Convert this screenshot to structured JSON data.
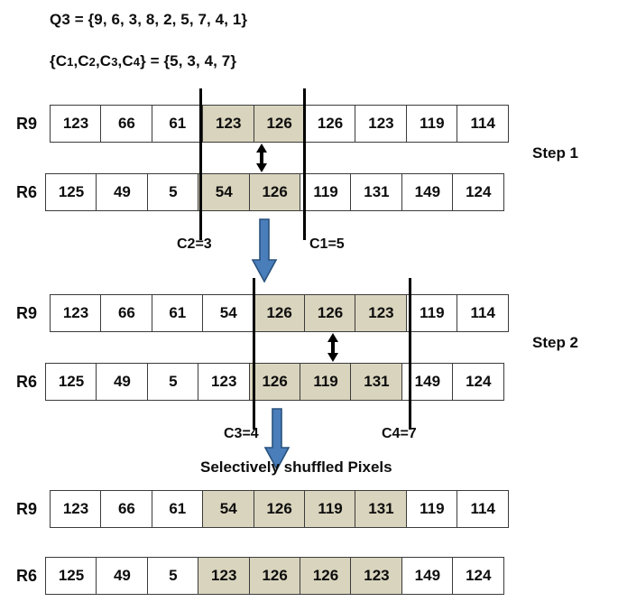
{
  "title_lines": {
    "q3": "Q3 = {9, 6, 3, 8, 2, 5, 7, 4, 1}",
    "c_set_prefix": "{C1,C2,C3,C4} = {5, 3, 4, 7}",
    "c_set_parts": {
      "open": "{C",
      "s1": "1",
      "c2": ",C",
      "s2": "2",
      "c3": ",C",
      "s3": "3",
      "c4": ",C",
      "s4": "4",
      "close": "} = {5, 3, 4, 7}"
    }
  },
  "colors": {
    "highlight": "#d9d4bd",
    "cell_border": "#3b3b3b",
    "text": "#0d0d0d",
    "blue_arrow_fill": "#4a7ebb",
    "blue_arrow_stroke": "#28527d",
    "marker_line": "#000000"
  },
  "steps": [
    {
      "name": "Step 1",
      "label": "Step 1",
      "rows": [
        {
          "label": "R9",
          "values": [
            "123",
            "66",
            "61",
            "123",
            "126",
            "126",
            "123",
            "119",
            "114"
          ],
          "highlighted": [
            3,
            4
          ]
        },
        {
          "label": "R6",
          "values": [
            "125",
            "49",
            "5",
            "54",
            "126",
            "119",
            "131",
            "149",
            "124"
          ],
          "highlighted": [
            3,
            4
          ]
        }
      ],
      "markers": [
        {
          "label": "C2=3"
        },
        {
          "label": "C1=5"
        }
      ],
      "swap_arrow": "double-headed-vertical-arrow"
    },
    {
      "name": "Step 2",
      "label": "Step 2",
      "rows": [
        {
          "label": "R9",
          "values": [
            "123",
            "66",
            "61",
            "54",
            "126",
            "126",
            "123",
            "119",
            "114"
          ],
          "highlighted": [
            4,
            5,
            6
          ]
        },
        {
          "label": "R6",
          "values": [
            "125",
            "49",
            "5",
            "123",
            "126",
            "119",
            "131",
            "149",
            "124"
          ],
          "highlighted": [
            4,
            5,
            6
          ]
        }
      ],
      "markers": [
        {
          "label": "C3=4"
        },
        {
          "label": "C4=7"
        }
      ],
      "swap_arrow": "double-headed-vertical-arrow"
    }
  ],
  "result": {
    "caption": "Selectively shuffled Pixels",
    "rows": [
      {
        "label": "R9",
        "values": [
          "123",
          "66",
          "61",
          "54",
          "126",
          "119",
          "131",
          "119",
          "114"
        ],
        "highlighted": [
          3,
          4,
          5,
          6
        ]
      },
      {
        "label": "R6",
        "values": [
          "125",
          "49",
          "5",
          "123",
          "126",
          "126",
          "123",
          "149",
          "124"
        ],
        "highlighted": [
          3,
          4,
          5,
          6
        ]
      }
    ]
  },
  "flow_arrows": [
    {
      "name": "down-arrow-step1-to-step2"
    },
    {
      "name": "down-arrow-step2-to-result"
    }
  ]
}
